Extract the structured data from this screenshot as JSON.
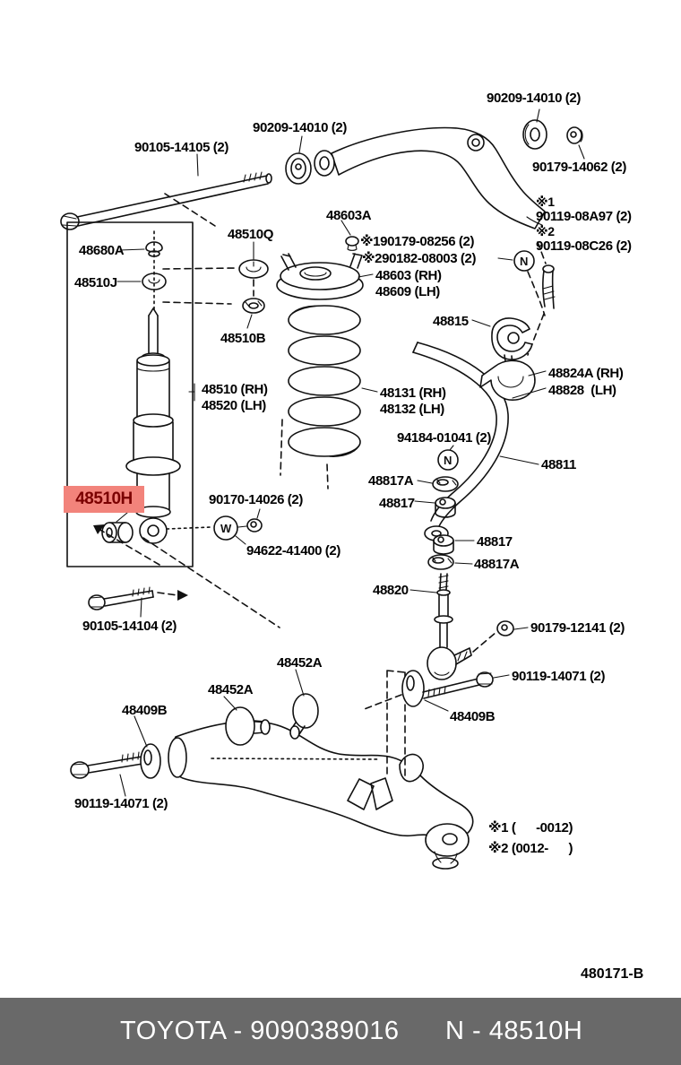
{
  "labels": {
    "grommet_top_right": "90209-14010 (2)",
    "nut_top_right": "90179-14062 (2)",
    "bolt_top_left": "90105-14105 (2)",
    "grommet_mid": "90209-14010 (2)",
    "p48603a": "48603A",
    "alt_nut_1": "※190179-08256 (2)",
    "alt_nut_2": "※290182-08003 (2)",
    "support_rh": "48603 (RH)",
    "support_lh": "48609 (LH)",
    "star1": "※1",
    "bolt_star1": "90119-08A97 (2)",
    "star2": "※2",
    "bolt_star2": "90119-08C26 (2)",
    "p48815": "48815",
    "p48824a_rh": "48824A (RH)",
    "p48828_lh": "48828  (LH)",
    "p48680a": "48680A",
    "p48510j": "48510J",
    "p48510q": "48510Q",
    "p48510b": "48510B",
    "absorber_rh": "48510 (RH)",
    "absorber_lh": "48520 (LH)",
    "spring_rh": "48131 (RH)",
    "spring_lh": "48132 (LH)",
    "p94184": "94184-01041 (2)",
    "p48817a_upper": "48817A",
    "p48817_upper": "48817",
    "p48811": "48811",
    "p90170": "90170-14026 (2)",
    "p94622": "94622-41400 (2)",
    "p90105_14104": "90105-14104 (2)",
    "p48817_lower": "48817",
    "p48817a_lower": "48817A",
    "p48820": "48820",
    "p90179_12141": "90179-12141 (2)",
    "p48452a_upper": "48452A",
    "p48452a_lower": "48452A",
    "p48409b_left": "48409B",
    "p90119_14071_right": "90119-14071 (2)",
    "p48409b_right": "48409B",
    "p90119_14071_left": "90119-14071 (2)",
    "note_applicability_1": "※1 (      -0012)",
    "note_applicability_2": "※2 (0012-      )",
    "figure_code": "480171-B"
  },
  "highlight": {
    "text": "48510H",
    "bg_color": "#f2837b",
    "text_color": "#7b0000"
  },
  "symbols": {
    "nut_marker": "N",
    "washer_marker": "W"
  },
  "footer": {
    "brand_part": "TOYOTA - 9090389016",
    "ref": "N - 48510H",
    "bg_color": "#696969"
  }
}
